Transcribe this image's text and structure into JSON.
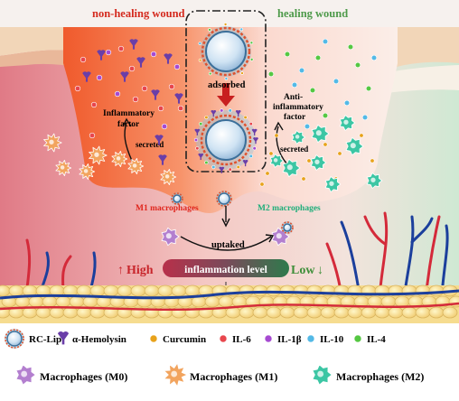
{
  "header": {
    "left_title": "non-healing wound",
    "right_title": "healing wound"
  },
  "process": {
    "adsorbed": "adsorbed",
    "secreted_left": "secreted",
    "secreted_right": "secreted",
    "uptaked": "uptaked"
  },
  "factors": {
    "inflammatory_line1": "Inflammatory",
    "inflammatory_line2": "factor",
    "anti_line1": "Anti-",
    "anti_line2": "inflammatory",
    "anti_line3": "factor"
  },
  "macrophages": {
    "m1_label": "M1 macrophages",
    "m2_label": "M2 macrophages"
  },
  "inflammation": {
    "high": "High",
    "low": "Low",
    "bar_text": "inflammation level",
    "up_arrow": "↑",
    "down_arrow": "↓"
  },
  "legend": {
    "row1": [
      {
        "key": "rclip",
        "label": "RC-Lip"
      },
      {
        "key": "hemolysin",
        "label": "α-Hemolysin"
      },
      {
        "key": "curcumin",
        "label": "Curcumin"
      },
      {
        "key": "il6",
        "label": "IL-6"
      },
      {
        "key": "il1b",
        "label": "IL-1β"
      },
      {
        "key": "il10",
        "label": "IL-10"
      },
      {
        "key": "il4",
        "label": "IL-4"
      }
    ],
    "row2": [
      {
        "key": "m0",
        "label": "Macrophages (M0)"
      },
      {
        "key": "m1",
        "label": "Macrophages (M1)"
      },
      {
        "key": "m2",
        "label": "Macrophages (M2)"
      }
    ]
  },
  "colors": {
    "left_title": "#d42a1e",
    "right_title": "#4e9a4a",
    "m1_label": "#e0261d",
    "m2_label": "#1fae7a",
    "high": "#c8262c",
    "low": "#3f8f3a",
    "bar_left": "#c43b48",
    "bar_right": "#2f7d4f",
    "il6": "#e8464d",
    "il1b": "#a64ad1",
    "il10": "#53b9e6",
    "il4": "#55c742",
    "hemolysin": "#6a3ea8",
    "curcumin": "#e8a21a",
    "m1_cell": "#f2a45e",
    "m2_cell": "#3cc6a4",
    "m0_cell": "#b37fcf"
  },
  "icons": [
    "liposome-icon",
    "hemolysin-icon",
    "curcumin-dot-icon",
    "il6-dot-icon",
    "il1b-dot-icon",
    "il10-dot-icon",
    "il4-dot-icon",
    "m0-cell-icon",
    "m1-cell-icon",
    "m2-cell-icon"
  ]
}
